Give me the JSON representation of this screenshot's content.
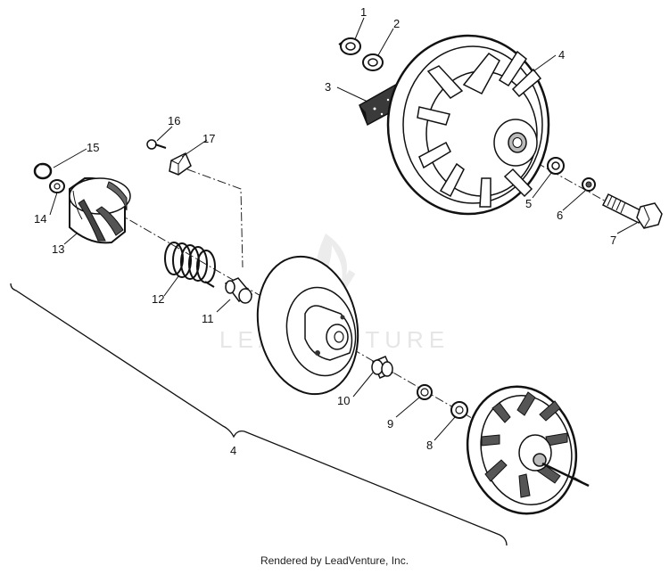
{
  "diagram": {
    "callouts": [
      "1",
      "2",
      "3",
      "4",
      "5",
      "6",
      "7",
      "8",
      "9",
      "10",
      "11",
      "12",
      "13",
      "14",
      "15",
      "16",
      "17"
    ],
    "assembly_callout": "4"
  },
  "watermark": {
    "text": "LEADVENTURE"
  },
  "footer": {
    "text": "Rendered by LeadVenture, Inc."
  }
}
